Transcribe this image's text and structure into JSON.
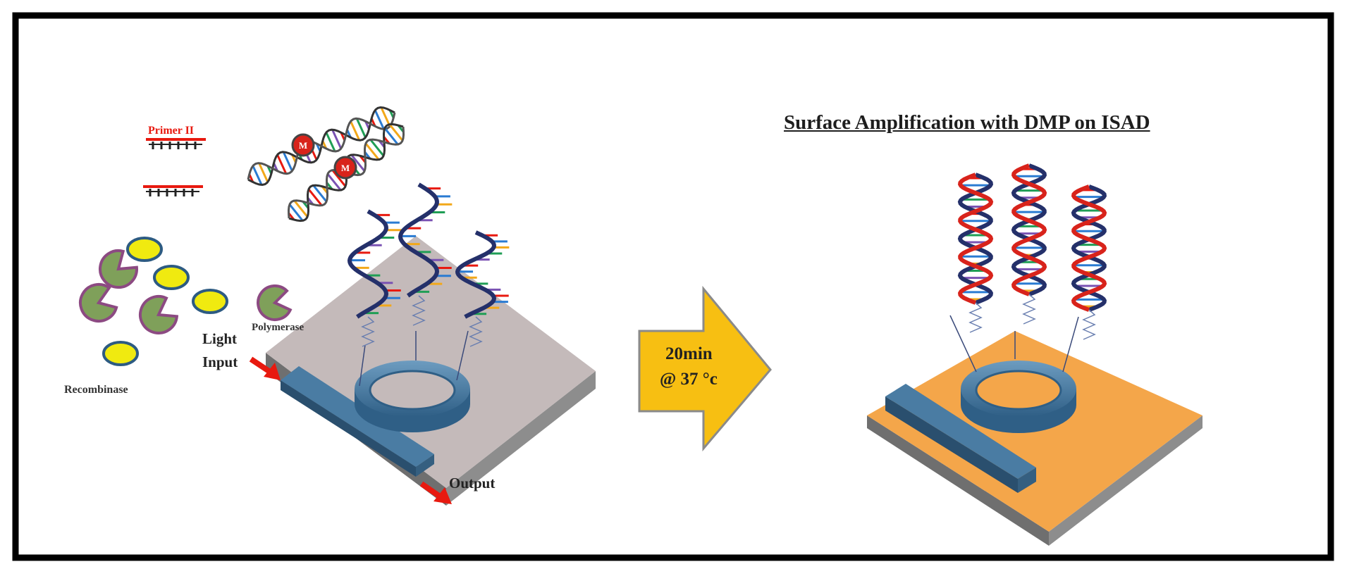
{
  "title": "Surface Amplification with DMP on ISAD",
  "labels": {
    "primer": "Primer II",
    "polymerase": "Polymerase",
    "recombinase": "Recombinase",
    "light_input_line1": "Light",
    "light_input_line2": "Input",
    "output": "Output",
    "arrow_line1": "20min",
    "arrow_line2": "@ 37 °c",
    "marker": "M"
  },
  "colors": {
    "frame": "#000000",
    "chip_left_top": "#c4baba",
    "chip_right_top": "#f4a64a",
    "chip_side": "#6f6f6f",
    "waveguide": "#3f6f95",
    "ring": "#4a7da3",
    "arrow_fill": "#f7bf12",
    "arrow_stroke": "#8a8a8a",
    "light_arrow": "#e8190f",
    "primer": "#e8190f",
    "enzyme_green": "#7fa05a",
    "enzyme_outline": "#8c4a82",
    "bead_yellow": "#f0ea10",
    "bead_outline": "#2d5b82",
    "dna_backbone_dark": "#24306a",
    "dna_backbone_red": "#d8231b"
  },
  "icons": [
    "ring-resonator-icon",
    "waveguide-icon",
    "dna-helix-icon",
    "polymerase-icon",
    "recombinase-icon",
    "process-arrow-icon",
    "light-arrow-icon"
  ]
}
